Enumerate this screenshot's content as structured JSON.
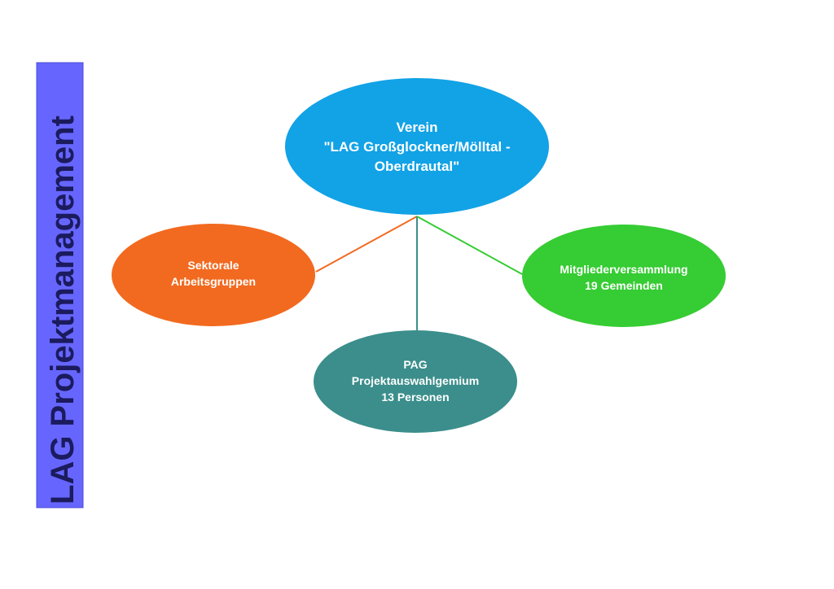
{
  "sidebar": {
    "title": "LAG Projektmanagement"
  },
  "nodes": {
    "verein": {
      "lines": [
        "Verein",
        "\"LAG Großglockner/Mölltal -",
        "Oberdrautal\""
      ]
    },
    "sektorale": {
      "lines": [
        "Sektorale",
        "Arbeitsgruppen"
      ]
    },
    "mitglieder": {
      "lines": [
        "Mitgliederversammlung",
        "19 Gemeinden"
      ]
    },
    "pag": {
      "lines": [
        "PAG",
        "Projektauswahlgemium",
        "13 Personen"
      ]
    }
  },
  "colors": {
    "sidebar_bg": "#6666ff",
    "sidebar_text": "#1b1b5e",
    "verein": "#12a2e6",
    "sektorale": "#f26a1f",
    "mitglieder": "#36cc33",
    "pag": "#3b8e8b"
  }
}
